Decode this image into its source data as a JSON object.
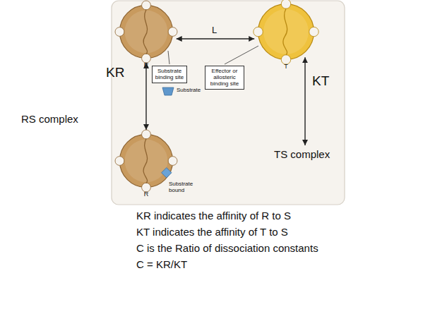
{
  "diagram": {
    "nodes": [
      {
        "text": [
          "R"
        ]
      },
      {
        "text": [
          "T"
        ]
      },
      {
        "text": [
          "Substrate binding site"
        ]
      },
      {
        "text": [
          "Effector or allosteric binding site"
        ]
      },
      {
        "text": [
          "R",
          "Substrate bound"
        ]
      },
      {
        "text": [
          "TS complex"
        ]
      }
    ],
    "edges": [
      {
        "from": 0,
        "to": 1,
        "arrow": "both",
        "label": "L"
      },
      {
        "from": 0,
        "to": 4,
        "arrow": "both",
        "label": "KR"
      },
      {
        "from": 1,
        "to": 5,
        "arrow": "both",
        "label": "KT"
      }
    ],
    "labels": [
      "Substrate",
      "RS complex",
      "KR indicates the affinity of R to S",
      "KT indicates the affinity of T to S",
      "C is the Ratio of dissociation constants",
      "C = KR/KT"
    ]
  }
}
